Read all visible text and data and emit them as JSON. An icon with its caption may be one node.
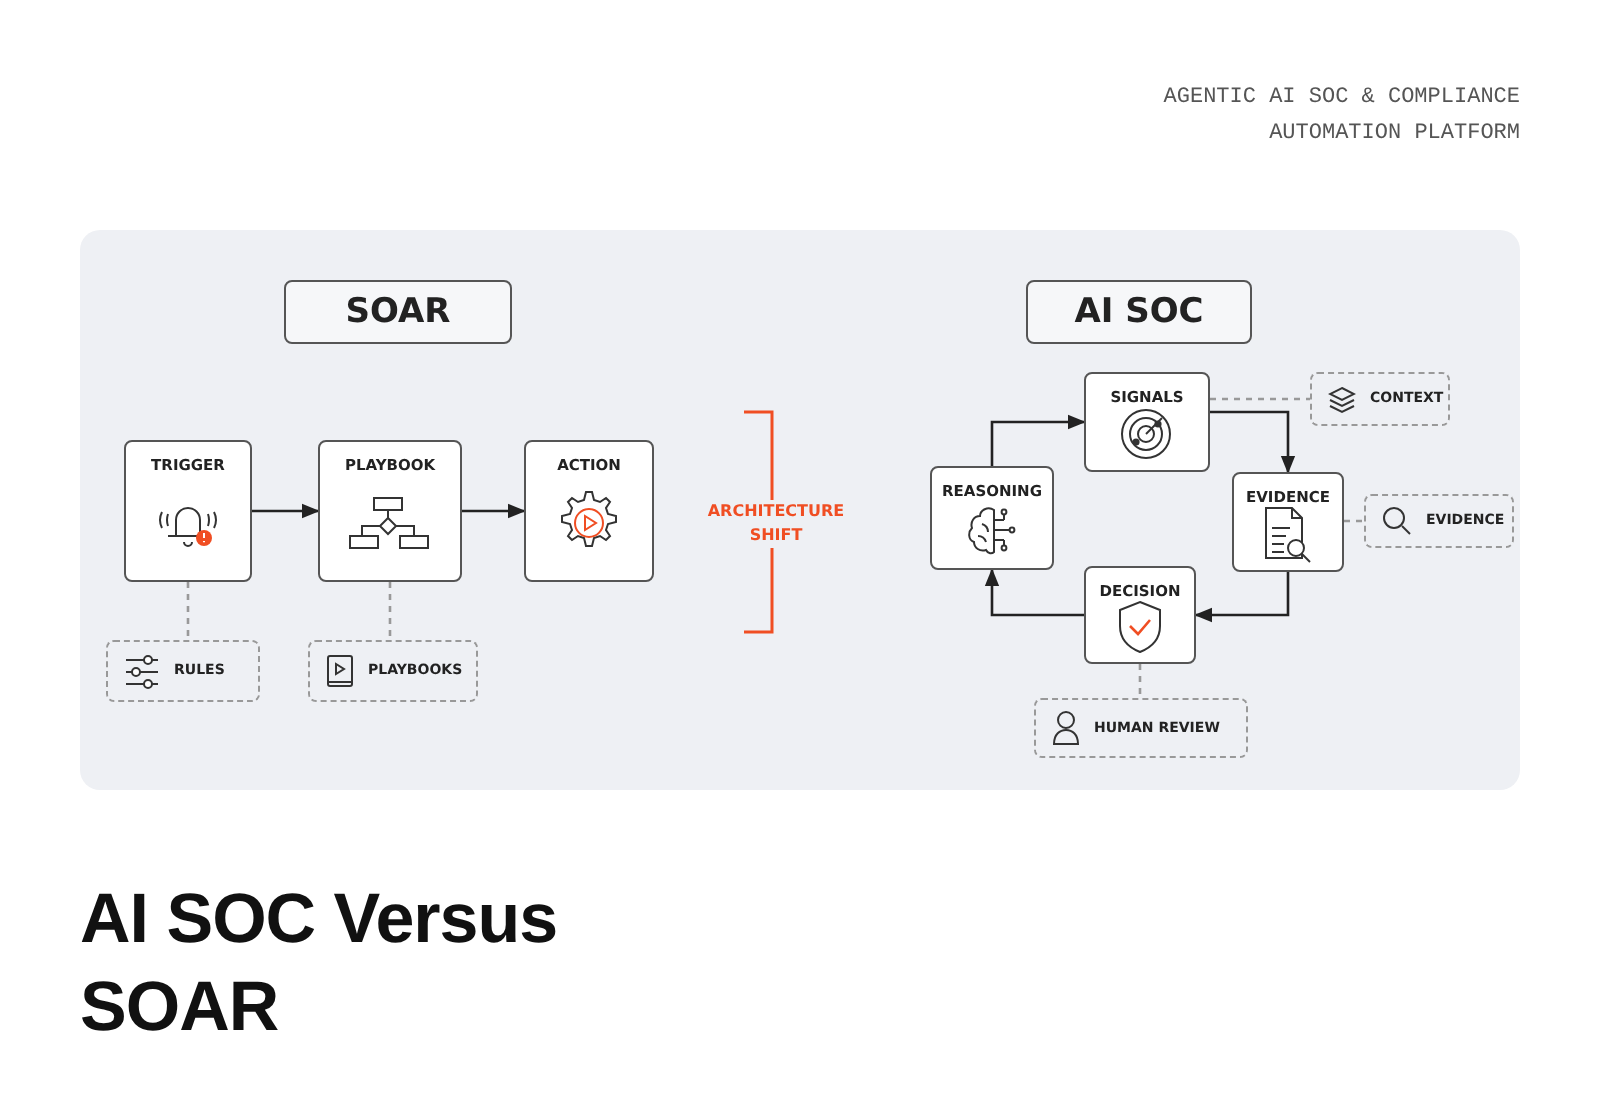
{
  "diagram": {
    "title": "AI SOC Versus SOAR",
    "nodes": [
      {
        "text": [
          "SOAR"
        ]
      },
      {
        "text": [
          "TRIGGER"
        ]
      },
      {
        "text": [
          "PLAYBOOK"
        ]
      },
      {
        "text": [
          "ACTION"
        ]
      },
      {
        "text": [
          "RULES"
        ]
      },
      {
        "text": [
          "PLAYBOOKS"
        ]
      },
      {
        "text": [
          "AI SOC"
        ]
      },
      {
        "text": [
          "SIGNALS"
        ]
      },
      {
        "text": [
          "EVIDENCE"
        ]
      },
      {
        "text": [
          "DECISION"
        ]
      },
      {
        "text": [
          "REASONING"
        ]
      },
      {
        "text": [
          "CONTEXT"
        ]
      },
      {
        "text": [
          "EVIDENCE"
        ]
      },
      {
        "text": [
          "HUMAN REVIEW"
        ]
      }
    ],
    "edges": [
      {
        "from": 1,
        "to": 2,
        "arrow": "to"
      },
      {
        "from": 2,
        "to": 3,
        "arrow": "to"
      },
      {
        "from": 1,
        "to": 4,
        "arrow": "none",
        "style": "dashed",
        "color": "#999999"
      },
      {
        "from": 2,
        "to": 5,
        "arrow": "none",
        "style": "dashed",
        "color": "#999999"
      },
      {
        "from": 10,
        "to": 7,
        "arrow": "to"
      },
      {
        "from": 7,
        "to": 8,
        "arrow": "to"
      },
      {
        "from": 8,
        "to": 9,
        "arrow": "to"
      },
      {
        "from": 9,
        "to": 10,
        "arrow": "to"
      },
      {
        "from": 7,
        "to": 11,
        "arrow": "none",
        "style": "dashed",
        "color": "#999999"
      },
      {
        "from": 8,
        "to": 12,
        "arrow": "none",
        "style": "dashed",
        "color": "#999999"
      },
      {
        "from": 9,
        "to": 13,
        "arrow": "none",
        "style": "dashed",
        "color": "#999999"
      }
    ],
    "labels": [
      "AGENTIC AI SOC & COMPLIANCE AUTOMATION PLATFORM",
      "ARCHITECTURE SHIFT"
    ]
  }
}
